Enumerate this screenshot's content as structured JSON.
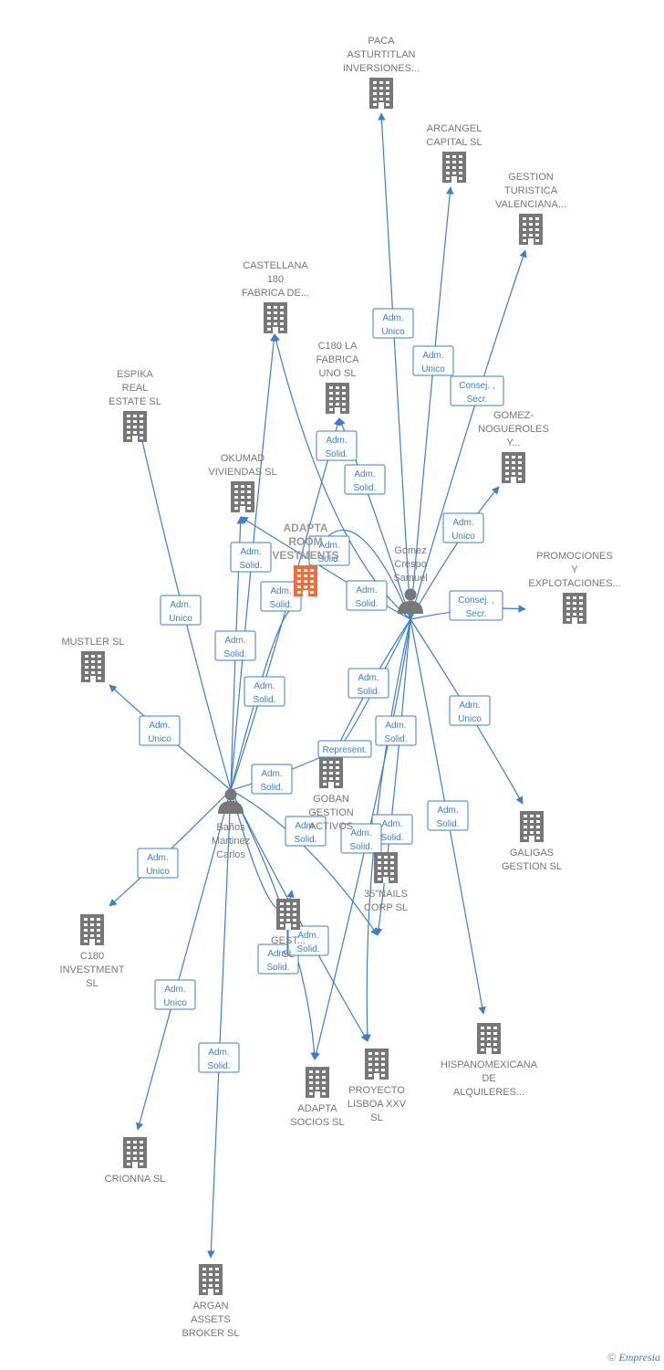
{
  "nodes": [
    {
      "id": "paca",
      "kind": "company",
      "label": [
        "PACA",
        "ASTURTITLAN",
        "INVERSIONES..."
      ]
    },
    {
      "id": "arcangel",
      "kind": "company",
      "label": [
        "ARCANGEL",
        "CAPITAL  SL"
      ]
    },
    {
      "id": "gestion_turistica",
      "kind": "company",
      "label": [
        "GESTION",
        "TURISTICA",
        "VALENCIANA..."
      ]
    },
    {
      "id": "castellana",
      "kind": "company",
      "label": [
        "CASTELLANA",
        "180",
        "FABRICA DE..."
      ]
    },
    {
      "id": "c180_fabrica",
      "kind": "company",
      "label": [
        "C180 LA",
        "FABRICA",
        "UNO  SL"
      ]
    },
    {
      "id": "espika",
      "kind": "company",
      "label": [
        "ESPIKA",
        "REAL",
        "ESTATE  SL"
      ]
    },
    {
      "id": "gomez_nogueroles",
      "kind": "company",
      "label": [
        "GOMEZ-",
        "NOGUEROLES",
        "Y..."
      ]
    },
    {
      "id": "okumad",
      "kind": "company",
      "label": [
        "OKUMAD",
        "VIVIENDAS  SL"
      ]
    },
    {
      "id": "adapta_room",
      "kind": "company",
      "focus": true,
      "label": [
        "ADAPTA",
        "ROOM",
        "VESTMENTS"
      ]
    },
    {
      "id": "promociones",
      "kind": "company",
      "label": [
        "PROMOCIONES",
        "Y",
        "EXPLOTACIONES..."
      ]
    },
    {
      "id": "mustler",
      "kind": "company",
      "label": [
        "MUSTLER SL"
      ]
    },
    {
      "id": "goban",
      "kind": "company",
      "label": [
        "GOBAN",
        "GESTION",
        "ACTIVOS"
      ]
    },
    {
      "id": "galigas",
      "kind": "company",
      "label": [
        "GALIGAS",
        "GESTION SL"
      ]
    },
    {
      "id": "nails",
      "kind": "company",
      "label": [
        "35\"NAILS",
        "CORP  SL"
      ]
    },
    {
      "id": "c180_investment",
      "kind": "company",
      "label": [
        "C180",
        "INVESTMENT",
        "SL"
      ]
    },
    {
      "id": "gest_x",
      "kind": "company",
      "label": [
        "GEST...",
        "SL"
      ]
    },
    {
      "id": "hispanomex",
      "kind": "company",
      "label": [
        "HISPANOMEXICANA",
        "DE",
        "ALQUILERES..."
      ]
    },
    {
      "id": "adapta_socios",
      "kind": "company",
      "label": [
        "ADAPTA",
        "SOCIOS  SL"
      ]
    },
    {
      "id": "proyecto_lisboa",
      "kind": "company",
      "label": [
        "PROYECTO",
        "LISBOA XXV",
        "SL"
      ]
    },
    {
      "id": "crionna",
      "kind": "company",
      "label": [
        "CRIONNA  SL"
      ]
    },
    {
      "id": "argan",
      "kind": "company",
      "label": [
        "ARGAN",
        "ASSETS",
        "BROKER  SL"
      ]
    },
    {
      "id": "gomez",
      "kind": "person",
      "label": [
        "Gomez",
        "Crespo",
        "Samuel"
      ]
    },
    {
      "id": "banos",
      "kind": "person",
      "label": [
        "Baños",
        "Martinez",
        "Carlos"
      ]
    }
  ],
  "relations": [
    {
      "from": "gomez",
      "to": "paca",
      "label": [
        "Adm.",
        "Unico"
      ]
    },
    {
      "from": "gomez",
      "to": "arcangel",
      "label": [
        "Adm.",
        "Unico"
      ]
    },
    {
      "from": "gomez",
      "to": "gestion_turistica",
      "label": [
        "Consej. ,",
        "Secr."
      ]
    },
    {
      "from": "gomez",
      "to": "gomez_nogueroles",
      "label": [
        "Adm.",
        "Unico"
      ]
    },
    {
      "from": "gomez",
      "to": "castellana",
      "label": [
        "Adm.",
        "Solid."
      ]
    },
    {
      "from": "gomez",
      "to": "c180_fabrica",
      "label": [
        "Adm.",
        "Solid."
      ]
    },
    {
      "from": "gomez",
      "to": "okumad",
      "label": [
        "Adm.",
        "Solid."
      ]
    },
    {
      "from": "gomez",
      "to": "adapta_room",
      "label": [
        "Adm.",
        "Solid."
      ]
    },
    {
      "from": "gomez",
      "to": "promociones",
      "label": [
        "Consej. ,",
        "Secr."
      ]
    },
    {
      "from": "gomez",
      "to": "goban",
      "label": [
        "Adm.",
        "Solid."
      ]
    },
    {
      "from": "gomez",
      "to": "goban",
      "label": [
        "Represent."
      ]
    },
    {
      "from": "gomez",
      "to": "nails",
      "label": [
        "Adm.",
        "Solid."
      ]
    },
    {
      "from": "gomez",
      "to": "galigas",
      "label": [
        "Adm.",
        "Unico"
      ]
    },
    {
      "from": "gomez",
      "to": "hispanomex",
      "label": [
        "Adm.",
        "Solid."
      ]
    },
    {
      "from": "gomez",
      "to": "adapta_socios",
      "label": [
        "Adm.",
        "Solid."
      ]
    },
    {
      "from": "gomez",
      "to": "proyecto_lisboa",
      "label": [
        "Adm.",
        "Solid."
      ]
    },
    {
      "from": "banos",
      "to": "espika",
      "label": [
        "Adm.",
        "Unico"
      ]
    },
    {
      "from": "banos",
      "to": "castellana",
      "label": [
        "Adm.",
        "Solid."
      ]
    },
    {
      "from": "banos",
      "to": "okumad",
      "label": [
        "Adm.",
        "Solid."
      ]
    },
    {
      "from": "banos",
      "to": "adapta_room",
      "label": [
        "Adm.",
        "Solid."
      ]
    },
    {
      "from": "banos",
      "to": "c180_fabrica",
      "label": [
        "Adm.",
        "Solid."
      ]
    },
    {
      "from": "banos",
      "to": "mustler",
      "label": [
        "Adm.",
        "Unico"
      ]
    },
    {
      "from": "banos",
      "to": "goban",
      "label": [
        "Adm.",
        "Solid."
      ]
    },
    {
      "from": "banos",
      "to": "nails",
      "label": [
        "Adm.",
        "Solid."
      ]
    },
    {
      "from": "banos",
      "to": "c180_investment",
      "label": [
        "Adm.",
        "Unico"
      ]
    },
    {
      "from": "banos",
      "to": "gest_x",
      "label": [
        "Adm.",
        "Solid."
      ]
    },
    {
      "from": "banos",
      "to": "adapta_socios",
      "label": [
        "Adm.",
        "Solid."
      ]
    },
    {
      "from": "banos",
      "to": "proyecto_lisboa",
      "label": [
        "Adm.",
        "Solid."
      ]
    },
    {
      "from": "banos",
      "to": "crionna",
      "label": [
        "Adm.",
        "Unico"
      ]
    },
    {
      "from": "banos",
      "to": "argan",
      "label": [
        "Adm.",
        "Solid."
      ]
    }
  ],
  "footer": {
    "copyright": "©",
    "brand": "Empresia"
  },
  "colors": {
    "edge": "#3a7fd5",
    "node": "#777777",
    "focus": "#f26b3a"
  }
}
